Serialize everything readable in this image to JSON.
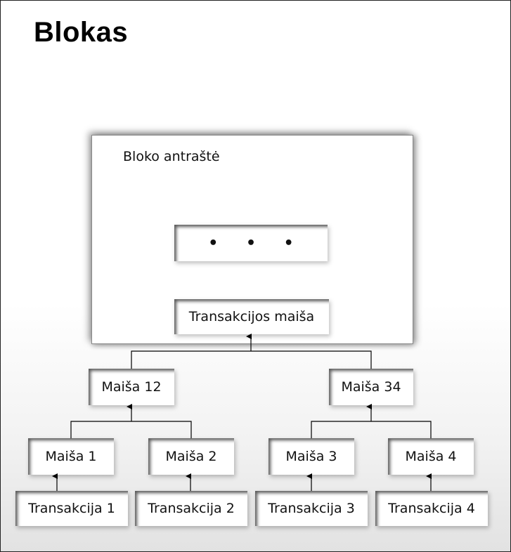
{
  "title": "Blokas",
  "block": {
    "header_label": "Bloko antraštė",
    "ellipsis": "• • •",
    "root_hash_label": "Transakcijos maiša"
  },
  "hashes": {
    "h12": "Maiša 12",
    "h34": "Maiša 34",
    "h1": "Maiša 1",
    "h2": "Maiša 2",
    "h3": "Maiša 3",
    "h4": "Maiša 4"
  },
  "transactions": {
    "t1": "Transakcija 1",
    "t2": "Transakcija 2",
    "t3": "Transakcija 3",
    "t4": "Transakcija 4"
  }
}
